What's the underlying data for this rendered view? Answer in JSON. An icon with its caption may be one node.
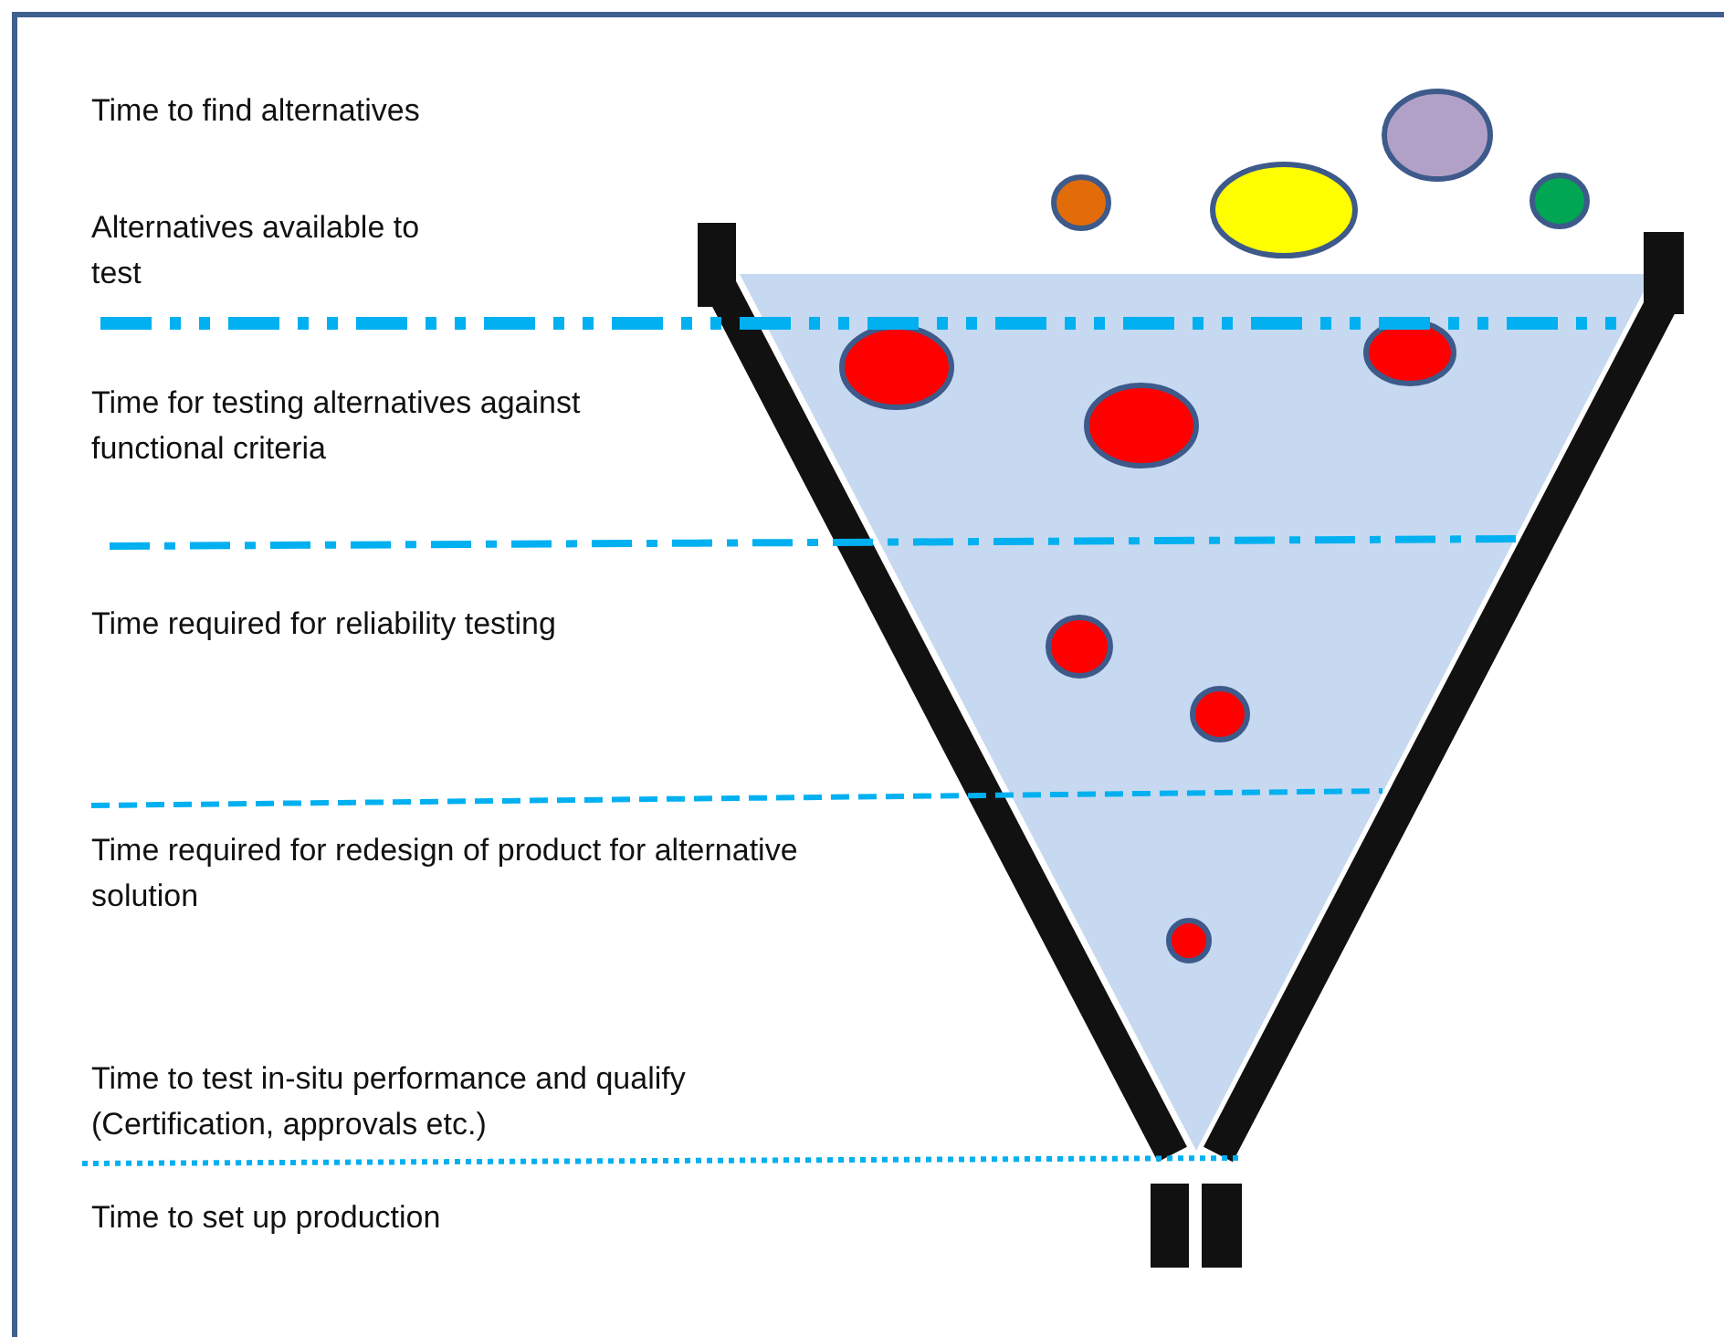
{
  "diagram": {
    "labels": [
      "Time to find alternatives",
      "Alternatives available to test",
      "Time for testing alternatives against functional criteria",
      "Time required for reliability testing",
      "Time required for redesign of product for alternative solution",
      "Time to test in-situ performance and qualify (Certification, approvals etc.)",
      "Time to set up production"
    ]
  }
}
